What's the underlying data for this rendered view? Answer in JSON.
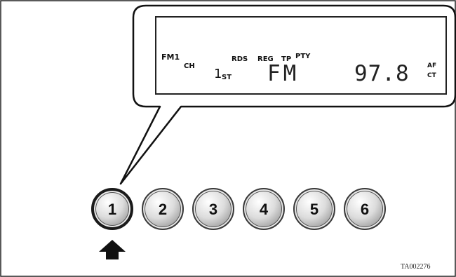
{
  "display": {
    "band_indicator": "FM1",
    "channel_indicator": "CH",
    "rds_indicator": "RDS",
    "reg_indicator": "REG",
    "tp_indicator": "TP",
    "pty_indicator": "PTY",
    "preset_number": "1",
    "stereo_indicator": "ST",
    "band_text": "FM",
    "frequency": "97.8",
    "af_indicator": "AF",
    "ct_indicator": "CT"
  },
  "presets": [
    {
      "label": "1",
      "active": true
    },
    {
      "label": "2",
      "active": false
    },
    {
      "label": "3",
      "active": false
    },
    {
      "label": "4",
      "active": false
    },
    {
      "label": "5",
      "active": false
    },
    {
      "label": "6",
      "active": false
    }
  ],
  "pointer_icon": "up-arrow-icon",
  "figure_code": "TA002276"
}
